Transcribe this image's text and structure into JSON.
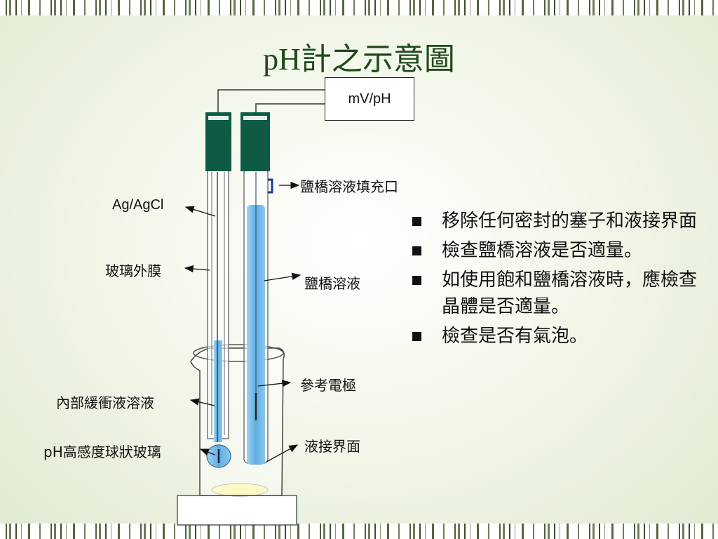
{
  "title": "pH計之示意圖",
  "meter_label": "mV/pH",
  "labels": {
    "salt_bridge_fill_port": "鹽橋溶液填充口",
    "ag_agcl": "Ag/AgCl",
    "glass_membrane": "玻璃外膜",
    "salt_bridge_solution": "鹽橋溶液",
    "reference_electrode": "參考電極",
    "internal_buffer": "內部緩衝液溶液",
    "sensitive_bulb": "pH高感度球狀玻璃",
    "liquid_junction": "液接界面"
  },
  "bullets": [
    "移除任何密封的塞子和液接界面",
    "檢查鹽橋溶液是否適量。",
    "如使用飽和鹽橋溶液時，應檢查晶體是否適量。",
    "檢查是否有氣泡。"
  ],
  "colors": {
    "electrode_cap": "#0e5a45",
    "solution": "#6fb8e6",
    "title": "#1f4a1a"
  }
}
